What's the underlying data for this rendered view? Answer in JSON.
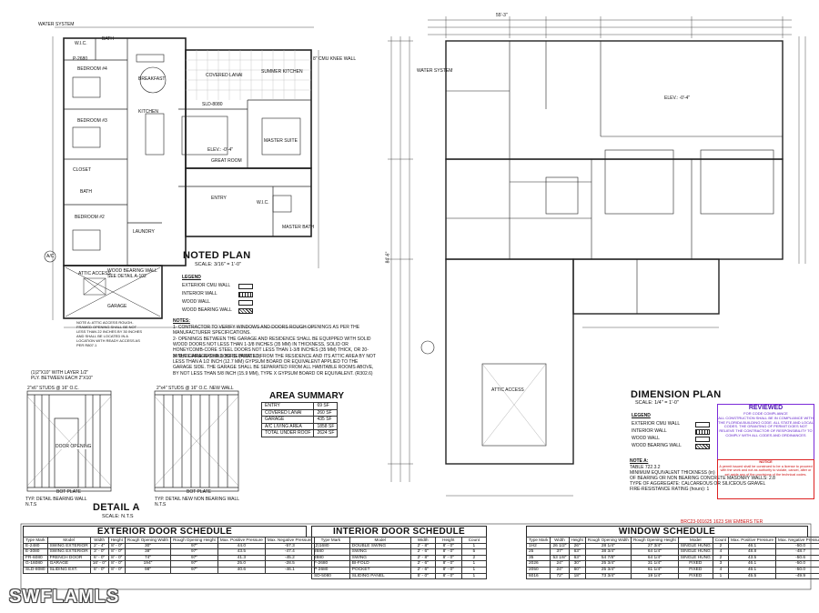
{
  "noted_plan": {
    "title": "NOTED PLAN",
    "scale": "SCALE:  3/16\" = 1'-0\"",
    "legend_title": "LEGEND",
    "legend": [
      "EXTERIOR CMU WALL",
      "INTERIOR WALL",
      "WOOD WALL",
      "WOOD BEARING WALL"
    ],
    "notes_title": "NOTES:",
    "notes": [
      "1- CONTRACTOR TO VERIFY WINDOWS AND DOORS ROUGH OPENINGS AS PER THE MANUFACTURER SPECIFICATIONS.",
      "2- OPENINGS BETWEEN THE GARAGE AND RESIDENCE SHALL BE EQUIPPED WITH SOLID WOOD DOORS NOT LESS THAN 1-3/8 INCHES (35 MM) IN THICKNESS, SOLID OR HONEYCOMB-CORE STEEL DOORS NOT LESS THAN 1-3/8 INCHES (35 MM) THICK, OR 20-MINUTE FIRE-RATED DOORS. (R302.5.1)",
      "3- THE GARAGE SHALL BE SEPARATED FROM THE RESIDENCE AND ITS ATTIC AREA BY NOT LESS THAN A 1/2 INCH (12.7 MM) GYPSUM BOARD OR EQUIVALENT APPLIED TO THE GARAGE SIDE. THE GARAGE SHALL BE SEPARATED FROM ALL HABITABLE ROOMS ABOVE, BY NOT LESS THAN 5/8 INCH (15.9 MM), TYPE X GYPSUM BOARD OR EQUIVALENT. (R302.6)"
    ],
    "rooms": {
      "water_system": "WATER SYSTEM",
      "wic1": "W.I.C.",
      "bath1": "BATH",
      "p2680": "P-2680",
      "bedroom4": "BEDROOM #4",
      "breakfast": "BREAKFAST",
      "covered_lanai": "COVERED LANAI",
      "summer_kitchen": "SUMMER KITCHEN",
      "cmu_wall": "8\" CMU KNEE WALL",
      "bedroom3": "BEDROOM #3",
      "kitchen": "KITCHEN",
      "sld": "SLD-8080",
      "great_room": "GREAT ROOM",
      "master_suite": "MASTER SUITE",
      "elev": "ELEV.: -0'-4\"",
      "closet": "CLOSET",
      "bath2": "BATH",
      "bedroom2": "BEDROOM #2",
      "entry": "ENTRY",
      "wic2": "W.I.C.",
      "master_bath": "MASTER BATH",
      "laundry": "LAUNDRY",
      "ac": "A/C",
      "attic": "ATTIC ACCESS",
      "bearing": "WOOD BEARING WALL SEE DETAIL A-102",
      "garage": "GARAGE",
      "plan_note": "NOTE A: ATTIC ACCESS ROUGH-FRAMED OPENING SHALL BE NOT LESS THAN 22 INCHES BY 30 INCHES AND SHALL BE LOCATED IN A LOCATION WITH READY ACCESS AS PER R807.1"
    }
  },
  "detail_a": {
    "title": "DETAIL A",
    "scale": "SCALE:  N.T.S",
    "header_note": "(1)2\"X10\" WITH LAYER 1/2\" PLY. BETWEEN EACH 2\"X10\"",
    "left_top": "2\"x6\" STUDS @ 16\" O.C.",
    "right_top": "2\"x4\" STUDS @ 16\" O.C. NEW WALL",
    "door_opening": "DOOR OPENING",
    "bot_plate": "BOT PLATE",
    "left_caption": "TYP. DETAIL BEARING WALL",
    "left_nts": "N.T.S",
    "right_caption": "TYP. DETAIL NEW NON BEARING WALL",
    "right_nts": "N.T.S"
  },
  "area_summary": {
    "title": "AREA SUMMARY",
    "rows": [
      [
        "ENTRY",
        "69 SF"
      ],
      [
        "COVERED LANAI",
        "260 SF"
      ],
      [
        "GARAGE",
        "435 SF"
      ],
      [
        "A/C LIVING AREA",
        "1858 SF"
      ],
      [
        "TOTAL UNDER ROOF",
        "2624 SF"
      ]
    ]
  },
  "dimension_plan": {
    "title": "DIMENSION PLAN",
    "scale": "SCALE:  1/4\" = 1'-0\"",
    "legend_title": "LEGEND",
    "legend": [
      "EXTERIOR CMU WALL",
      "INTERIOR WALL",
      "WOOD WALL",
      "WOOD BEARING WALL"
    ],
    "note_title": "NOTE A:",
    "note_lines": [
      "TABLE 722.3.2",
      "MINIMUM EQUIVALENT THICKNESS (in)",
      "OF BEARING OR NON BEARING CONCRETE MASONRY WALLS: 2.8",
      "TYPE OF AGGREGATE:  CALCAREOUS OR SILICEOUS GRAVEL",
      "FIRE-RESISTANCE RATING (hours): 1"
    ],
    "top_dim": "55'-3\"",
    "side_dim": "84'-6\"",
    "water_system": "WATER SYSTEM",
    "attic": "ATTIC ACCESS",
    "elev": "ELEV.: -0'-4\""
  },
  "review_stamp": {
    "title": "REVIEWED",
    "sub": "FOR CODE COMPLIANCE",
    "body": "ALL CONSTRUCTION SHALL BE IN COMPLIANCE WITH THE FLORIDA BUILDING CODE. ALL STATE AND LOCAL CODES. THE GRANTING OF PERMIT DOES NOT RELIEVE THE CONTRACTOR OF RESPONSIBILITY TO COMPLY WITH ALL CODES AND ORDINANCES",
    "red_title": "NOTICE",
    "red_body": "A permit issued shall be construed to be a license to proceed with the work and not as authority to violate, cancel, alter or set aside any of the provisions of the technical codes."
  },
  "permit_tag": "BRC23-001625  1623 SW EMBERS TER",
  "exterior_door_schedule": {
    "title": "EXTERIOR DOOR SCHEDULE",
    "headers": [
      "Type Mark",
      "Model",
      "Width",
      "Height",
      "Rough Opening Width",
      "Rough Opening Height",
      "Max. Positive Pressure",
      "Max. Negative Pressure"
    ],
    "rows": [
      [
        "E-2480",
        "SWING EXTERIOR",
        "2' - 4\"",
        "8' - 0\"",
        "30\"",
        "97\"",
        "44.0",
        "-57.3"
      ],
      [
        "E-3080",
        "SWING EXTERIOR",
        "3' - 0\"",
        "8' - 0\"",
        "38\"",
        "97\"",
        "43.5",
        "-47.4"
      ],
      [
        "FR-6080",
        "FRENCH DOOR",
        "6' - 0\"",
        "8' - 0\"",
        "74\"",
        "97\"",
        "41.3",
        "-45.2"
      ],
      [
        "G-16080",
        "GARAGE",
        "16' - 0\"",
        "8' - 0\"",
        "194\"",
        "97\"",
        "25.0",
        "-28.5"
      ],
      [
        "SLD-8080",
        "SLIDING EXT.",
        "8' - 0\"",
        "8' - 0\"",
        "98\"",
        "97\"",
        "40.6",
        "-46.1"
      ]
    ]
  },
  "interior_door_schedule": {
    "title": "INTERIOR DOOR SCHEDULE",
    "headers": [
      "Type Mark",
      "Model",
      "Width",
      "Height",
      "Count"
    ],
    "rows": [
      [
        "(2)1680",
        "DOUBLE SWING",
        "2' - 8\"",
        "8' - 0\"",
        "1"
      ],
      [
        "2680",
        "SWING",
        "2' - 6\"",
        "8' - 0\"",
        "5"
      ],
      [
        "2880",
        "SWING",
        "2' - 8\"",
        "8' - 0\"",
        "2"
      ],
      [
        "F-2680",
        "BI-FOLD",
        "2' - 6\"",
        "8' - 0\"",
        "1"
      ],
      [
        "P-2680",
        "POCKET",
        "2' - 6\"",
        "8' - 0\"",
        "1"
      ],
      [
        "SD-5080",
        "SLIDING PANEL",
        "5' - 0\"",
        "8' - 0\"",
        "1"
      ]
    ]
  },
  "window_schedule": {
    "title": "WINDOW SCHEDULE",
    "headers": [
      "Type Mark",
      "Width",
      "Height",
      "Rough Opening Width",
      "Rough Opening Height",
      "Model",
      "Count",
      "Max. Positive Pressure",
      "Max. Negative Pressure"
    ],
    "rows": [
      [
        "1H2",
        "26 1/2\"",
        "26\"",
        "28 1/4\"",
        "27 3/4\"",
        "SINGLE HUNG",
        "2",
        "46.1",
        "-50.0"
      ],
      [
        "25",
        "37\"",
        "63\"",
        "38 3/4\"",
        "64 1/4\"",
        "SINGLE HUNG",
        "4",
        "48.8",
        "-48.7"
      ],
      [
        "35",
        "53 1/8\"",
        "63\"",
        "54 7/8\"",
        "64 1/4\"",
        "SINGLE HUNG",
        "2",
        "43.5",
        "-50.6"
      ],
      [
        "2026",
        "24\"",
        "30\"",
        "25 3/4\"",
        "31 1/4\"",
        "FIXED",
        "3",
        "46.1",
        "-50.0"
      ],
      [
        "2050",
        "24\"",
        "60\"",
        "25 3/4\"",
        "61 1/4\"",
        "FIXED",
        "4",
        "46.1",
        "-50.0"
      ],
      [
        "6016",
        "72\"",
        "18\"",
        "73 3/4\"",
        "19 1/4\"",
        "FIXED",
        "1",
        "45.5",
        "-49.9"
      ]
    ]
  },
  "watermark": "SWFLAMLS"
}
